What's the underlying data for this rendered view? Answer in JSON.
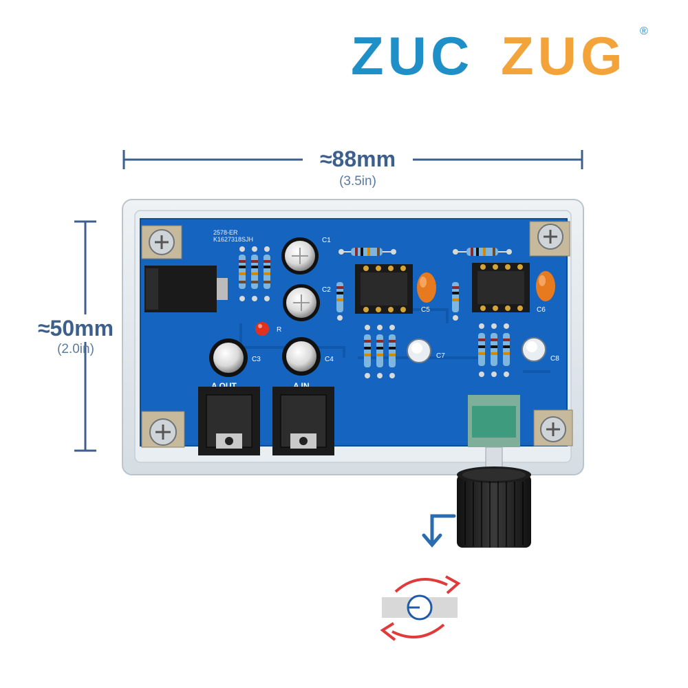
{
  "brand": {
    "name_part1": "ZUC",
    "name_part2": "ZUG",
    "registered_mark": "®",
    "color_part1": "#1e8fc7",
    "color_part2": "#f2a33a"
  },
  "dimensions": {
    "width_label": "≈88mm",
    "width_sub": "(3.5in)",
    "height_label": "≈50mm",
    "height_sub": "(2.0in)",
    "line_color": "#3d5f8e"
  },
  "board": {
    "silkscreen_line1": "2578-ER",
    "silkscreen_line2": "K1627318SJH",
    "pcb_color": "#1565c0",
    "labels": {
      "c1": "C1",
      "c2": "C2",
      "c3": "C3",
      "c4": "C4",
      "c5": "C5",
      "c6": "C6",
      "c7": "C7",
      "c8": "C8",
      "r": "R",
      "a_out": "A  OUT",
      "a_in": "A  IN"
    }
  },
  "icons": {
    "rotate_hint": "rotation-arrows-icon",
    "down_arrow": "down-arrow-icon"
  }
}
